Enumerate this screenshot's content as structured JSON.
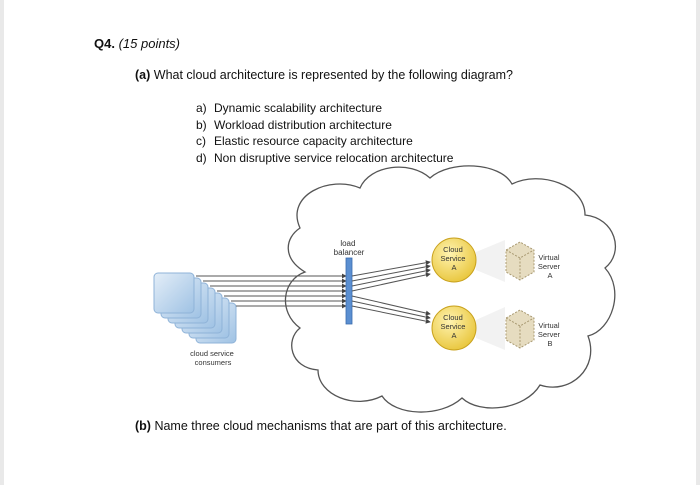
{
  "question": {
    "number": "Q4.",
    "points": "(15 points)"
  },
  "part_a": {
    "label": "(a)",
    "text": "What cloud architecture is represented by the following diagram?"
  },
  "options": [
    {
      "letter": "a)",
      "text": "Dynamic scalability architecture"
    },
    {
      "letter": "b)",
      "text": "Workload distribution architecture"
    },
    {
      "letter": "c)",
      "text": "Elastic resource capacity architecture"
    },
    {
      "letter": "d)",
      "text": "Non disruptive service relocation architecture"
    }
  ],
  "diagram": {
    "load_balancer": [
      "load",
      "balancer"
    ],
    "consumers": [
      "cloud service",
      "consumers"
    ],
    "service_top": [
      "Cloud",
      "Service",
      "A"
    ],
    "service_bottom": [
      "Cloud",
      "Service",
      "A"
    ],
    "server_top": [
      "Virtual",
      "Server",
      "A"
    ],
    "server_bottom": [
      "Virtual",
      "Server",
      "B"
    ],
    "colors": {
      "consumers": "#b9d6ef",
      "balancer": "#5b8fd1",
      "service": "#e8c53a",
      "server": "#d6c9a8"
    }
  },
  "part_b": {
    "label": "(b)",
    "text": "Name three cloud mechanisms that are part of this architecture."
  }
}
